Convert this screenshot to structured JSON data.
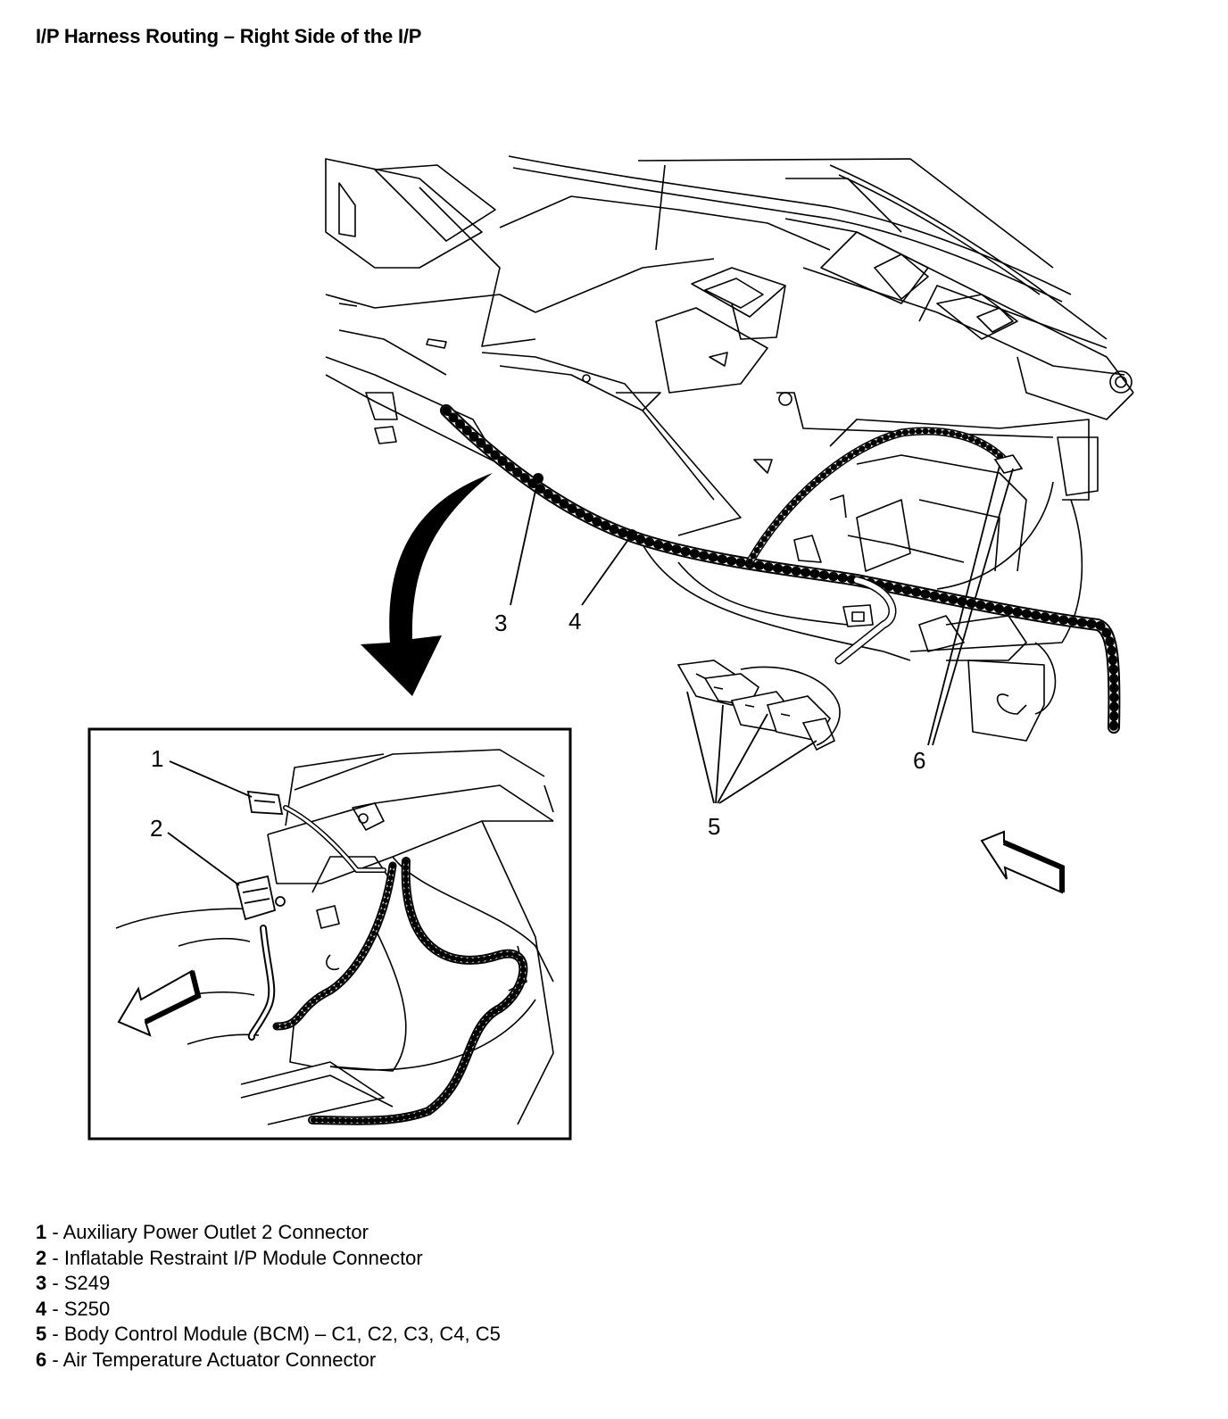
{
  "title": "I/P Harness Routing – Right Side of the I/P",
  "callouts": {
    "c1": "1",
    "c2": "2",
    "c3": "3",
    "c4": "4",
    "c5": "5",
    "c6": "6"
  },
  "legend": [
    {
      "num": "1",
      "sep": " - ",
      "text": "Auxiliary Power Outlet 2 Connector"
    },
    {
      "num": "2",
      "sep": " - ",
      "text": "Inflatable Restraint I/P Module Connector"
    },
    {
      "num": "3",
      "sep": " - ",
      "text": "S249"
    },
    {
      "num": "4",
      "sep": " - ",
      "text": "S250"
    },
    {
      "num": "5",
      "sep": " - ",
      "text": "Body Control Module (BCM) – C1, C2, C3, C4, C5"
    },
    {
      "num": "6",
      "sep": " - ",
      "text": "Air Temperature Actuator Connector"
    }
  ]
}
